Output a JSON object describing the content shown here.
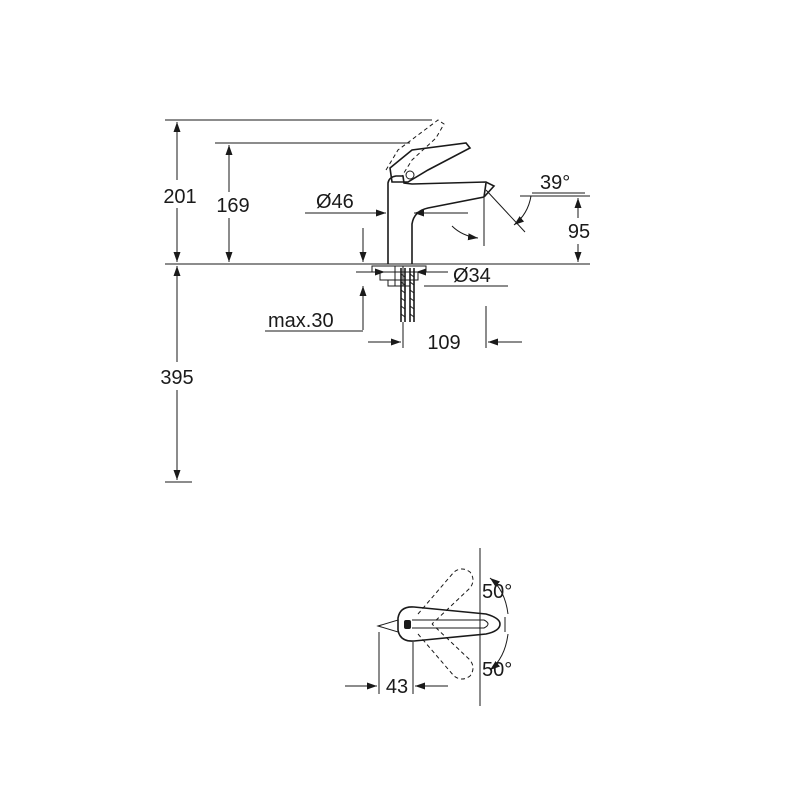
{
  "side_view": {
    "total_height": "201",
    "lever_height": "169",
    "body_diameter": "Ø46",
    "spout_angle": "39°",
    "spout_height": "95",
    "shank_diameter": "Ø34",
    "max_thickness": "max.30",
    "projection": "109",
    "below_height": "395"
  },
  "top_view": {
    "rotation_up": "50°",
    "rotation_down": "50°",
    "offset": "43"
  }
}
